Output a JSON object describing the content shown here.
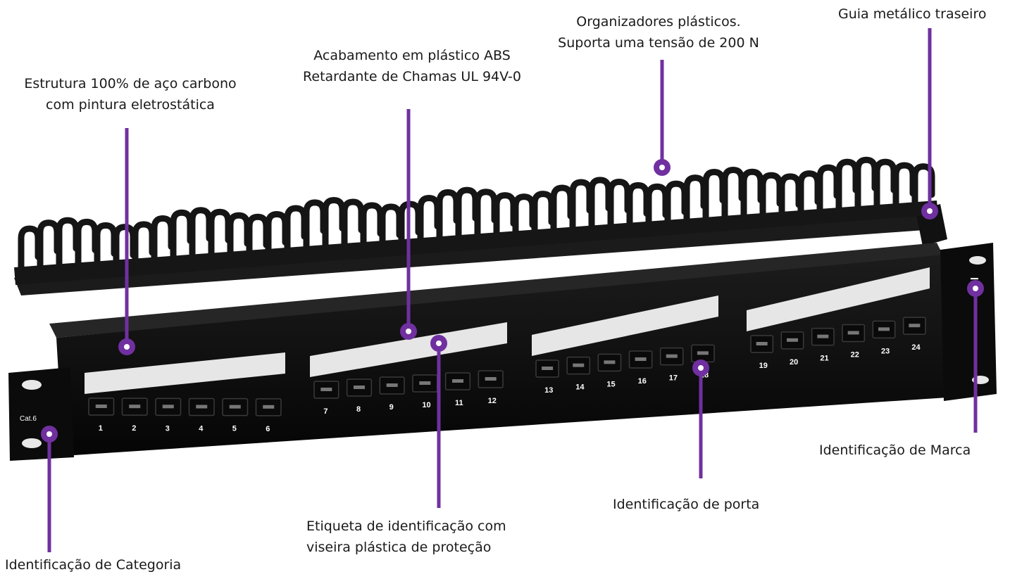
{
  "accent_color": "#7030a0",
  "product": {
    "category_mark": "Cat.6",
    "brand_mark": "le",
    "port_numbers": [
      "1",
      "2",
      "3",
      "4",
      "5",
      "6",
      "7",
      "8",
      "9",
      "10",
      "11",
      "12",
      "13",
      "14",
      "15",
      "16",
      "17",
      "18",
      "19",
      "20",
      "21",
      "22",
      "23",
      "24"
    ]
  },
  "callouts": [
    {
      "id": "estrutura",
      "lines": [
        "Estrutura 100% de aço carbono",
        "com pintura eletrostática"
      ]
    },
    {
      "id": "acabamento",
      "lines": [
        "Acabamento em plástico ABS",
        "Retardante de Chamas UL 94V-0"
      ]
    },
    {
      "id": "organizadores",
      "lines": [
        "Organizadores plásticos.",
        "Suporta uma tensão de 200 N"
      ]
    },
    {
      "id": "guia",
      "lines": [
        "Guia metálico traseiro"
      ]
    },
    {
      "id": "marca",
      "lines": [
        "Identificação de Marca"
      ]
    },
    {
      "id": "porta",
      "lines": [
        "Identificação de porta"
      ]
    },
    {
      "id": "etiqueta",
      "lines": [
        "Etiqueta de identificação com",
        "viseira plástica de proteção"
      ]
    },
    {
      "id": "categoria",
      "lines": [
        "Identificação de Categoria"
      ]
    }
  ]
}
